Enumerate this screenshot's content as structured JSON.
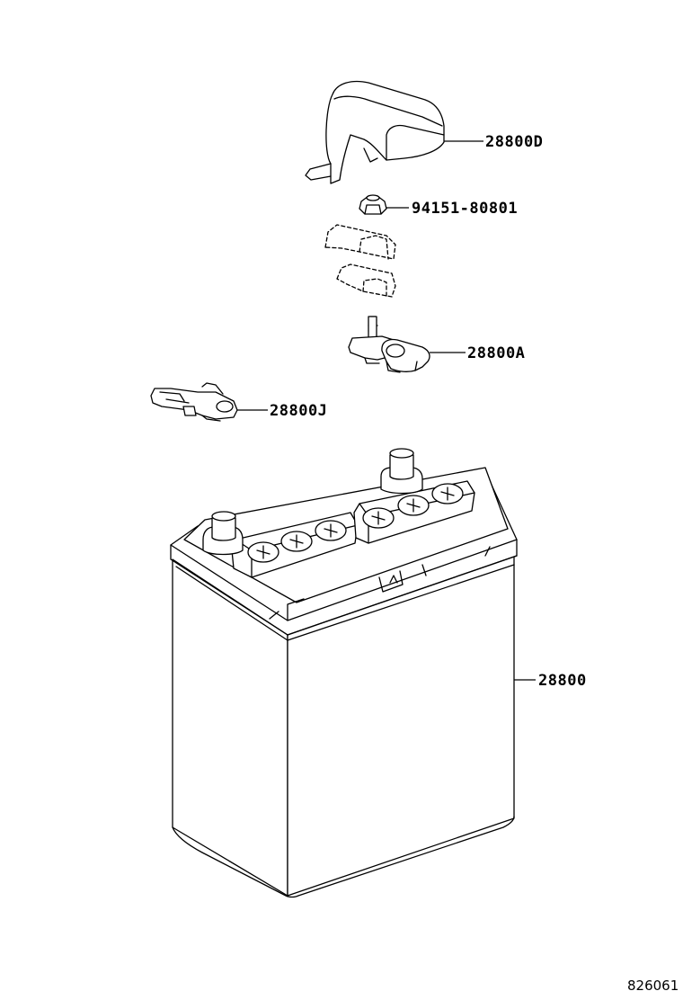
{
  "parts": [
    {
      "id": "cover",
      "part_number": "28800D"
    },
    {
      "id": "nut",
      "part_number": "94151-80801"
    },
    {
      "id": "positive-clamp",
      "part_number": "28800A"
    },
    {
      "id": "negative-clamp",
      "part_number": "28800J"
    },
    {
      "id": "battery",
      "part_number": "28800"
    }
  ],
  "figure_number": "826061"
}
